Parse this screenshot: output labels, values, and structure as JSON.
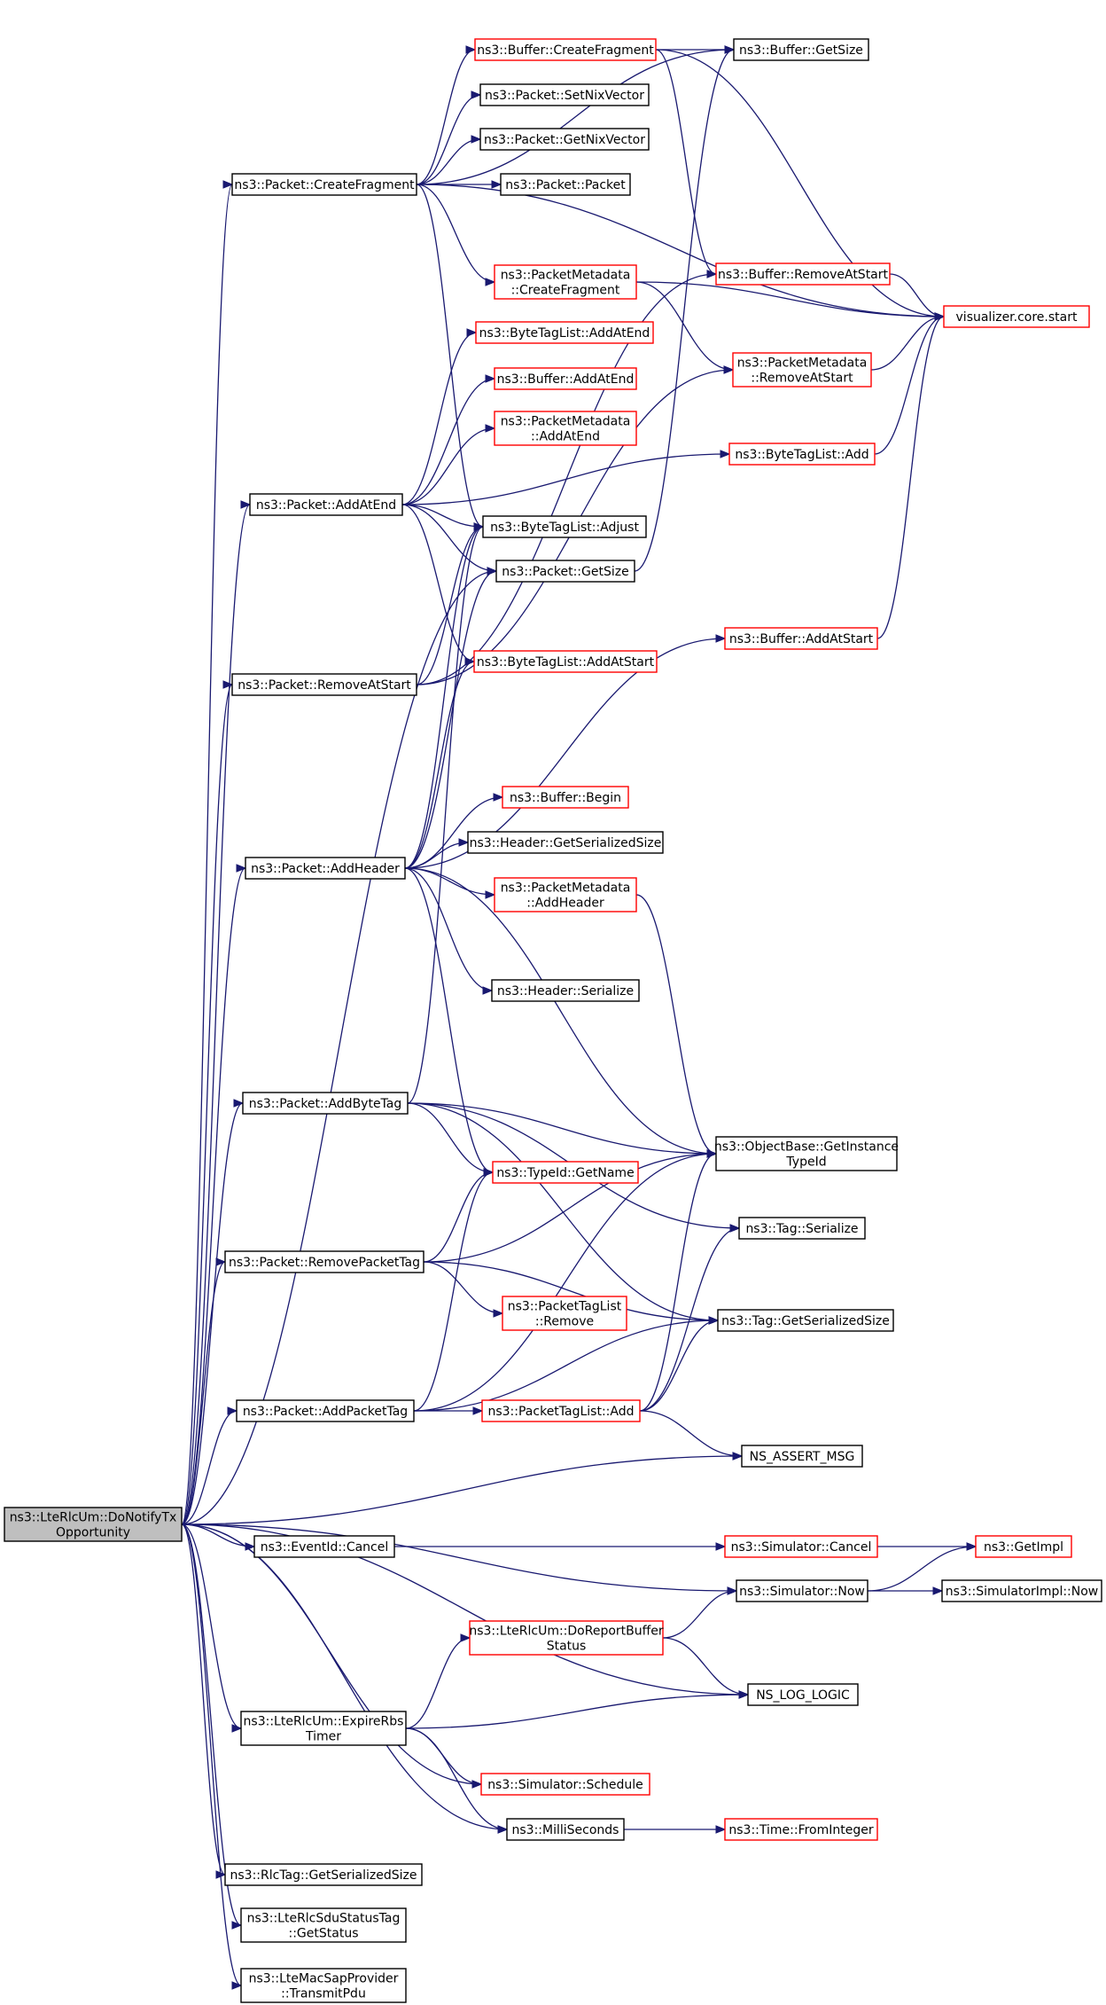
{
  "colors": {
    "edge": "#191970",
    "normal_border": "#000000",
    "linked_border": "#ff0000",
    "root_fill": "#bfbfbf",
    "node_fill": "#ffffff"
  },
  "nodes": [
    {
      "id": "root",
      "lines": [
        "ns3::LteRlcUm::DoNotifyTx",
        "Opportunity"
      ],
      "style": "root"
    },
    {
      "id": "pkt_createfrag",
      "lines": [
        "ns3::Packet::CreateFragment"
      ],
      "style": "normal"
    },
    {
      "id": "buf_createfrag",
      "lines": [
        "ns3::Buffer::CreateFragment"
      ],
      "style": "linked"
    },
    {
      "id": "buf_getsize",
      "lines": [
        "ns3::Buffer::GetSize"
      ],
      "style": "normal"
    },
    {
      "id": "setnix",
      "lines": [
        "ns3::Packet::SetNixVector"
      ],
      "style": "normal"
    },
    {
      "id": "getnix",
      "lines": [
        "ns3::Packet::GetNixVector"
      ],
      "style": "normal"
    },
    {
      "id": "pkt_packet",
      "lines": [
        "ns3::Packet::Packet"
      ],
      "style": "normal"
    },
    {
      "id": "pm_createfrag",
      "lines": [
        "ns3::PacketMetadata",
        "::CreateFragment"
      ],
      "style": "linked"
    },
    {
      "id": "buf_removeatstart",
      "lines": [
        "ns3::Buffer::RemoveAtStart"
      ],
      "style": "linked"
    },
    {
      "id": "viz_start",
      "lines": [
        "visualizer.core.start"
      ],
      "style": "linked"
    },
    {
      "id": "btl_addatend",
      "lines": [
        "ns3::ByteTagList::AddAtEnd"
      ],
      "style": "linked"
    },
    {
      "id": "pm_removeatstart",
      "lines": [
        "ns3::PacketMetadata",
        "::RemoveAtStart"
      ],
      "style": "linked"
    },
    {
      "id": "buf_addatend",
      "lines": [
        "ns3::Buffer::AddAtEnd"
      ],
      "style": "linked"
    },
    {
      "id": "pm_addatend",
      "lines": [
        "ns3::PacketMetadata",
        "::AddAtEnd"
      ],
      "style": "linked"
    },
    {
      "id": "btl_add",
      "lines": [
        "ns3::ByteTagList::Add"
      ],
      "style": "linked"
    },
    {
      "id": "pkt_addatend",
      "lines": [
        "ns3::Packet::AddAtEnd"
      ],
      "style": "normal"
    },
    {
      "id": "btl_adjust",
      "lines": [
        "ns3::ByteTagList::Adjust"
      ],
      "style": "normal"
    },
    {
      "id": "pkt_getsize",
      "lines": [
        "ns3::Packet::GetSize"
      ],
      "style": "normal"
    },
    {
      "id": "buf_addatstart",
      "lines": [
        "ns3::Buffer::AddAtStart"
      ],
      "style": "linked"
    },
    {
      "id": "btl_addatstart",
      "lines": [
        "ns3::ByteTagList::AddAtStart"
      ],
      "style": "linked"
    },
    {
      "id": "pkt_removeatstart",
      "lines": [
        "ns3::Packet::RemoveAtStart"
      ],
      "style": "normal"
    },
    {
      "id": "buf_begin",
      "lines": [
        "ns3::Buffer::Begin"
      ],
      "style": "linked"
    },
    {
      "id": "hdr_getsersize",
      "lines": [
        "ns3::Header::GetSerializedSize"
      ],
      "style": "normal"
    },
    {
      "id": "pkt_addheader",
      "lines": [
        "ns3::Packet::AddHeader"
      ],
      "style": "normal"
    },
    {
      "id": "pm_addheader",
      "lines": [
        "ns3::PacketMetadata",
        "::AddHeader"
      ],
      "style": "linked"
    },
    {
      "id": "hdr_serialize",
      "lines": [
        "ns3::Header::Serialize"
      ],
      "style": "normal"
    },
    {
      "id": "pkt_addbytetag",
      "lines": [
        "ns3::Packet::AddByteTag"
      ],
      "style": "normal"
    },
    {
      "id": "obj_getinst",
      "lines": [
        "ns3::ObjectBase::GetInstance",
        "TypeId"
      ],
      "style": "normal"
    },
    {
      "id": "typeid_getname",
      "lines": [
        "ns3::TypeId::GetName"
      ],
      "style": "linked"
    },
    {
      "id": "tag_serialize",
      "lines": [
        "ns3::Tag::Serialize"
      ],
      "style": "normal"
    },
    {
      "id": "pkt_removepackettag",
      "lines": [
        "ns3::Packet::RemovePacketTag"
      ],
      "style": "normal"
    },
    {
      "id": "ptl_remove",
      "lines": [
        "ns3::PacketTagList",
        "::Remove"
      ],
      "style": "linked"
    },
    {
      "id": "tag_getsersize",
      "lines": [
        "ns3::Tag::GetSerializedSize"
      ],
      "style": "normal"
    },
    {
      "id": "pkt_addpackettag",
      "lines": [
        "ns3::Packet::AddPacketTag"
      ],
      "style": "normal"
    },
    {
      "id": "ptl_add",
      "lines": [
        "ns3::PacketTagList::Add"
      ],
      "style": "linked"
    },
    {
      "id": "ns_assert",
      "lines": [
        "NS_ASSERT_MSG"
      ],
      "style": "normal"
    },
    {
      "id": "eventid_cancel",
      "lines": [
        "ns3::EventId::Cancel"
      ],
      "style": "normal"
    },
    {
      "id": "sim_cancel",
      "lines": [
        "ns3::Simulator::Cancel"
      ],
      "style": "linked"
    },
    {
      "id": "getimpl",
      "lines": [
        "ns3::GetImpl"
      ],
      "style": "linked"
    },
    {
      "id": "sim_now",
      "lines": [
        "ns3::Simulator::Now"
      ],
      "style": "normal"
    },
    {
      "id": "simimpl_now",
      "lines": [
        "ns3::SimulatorImpl::Now"
      ],
      "style": "normal"
    },
    {
      "id": "doreport",
      "lines": [
        "ns3::LteRlcUm::DoReportBuffer",
        "Status"
      ],
      "style": "linked"
    },
    {
      "id": "ns_log",
      "lines": [
        "NS_LOG_LOGIC"
      ],
      "style": "normal"
    },
    {
      "id": "expire",
      "lines": [
        "ns3::LteRlcUm::ExpireRbs",
        "Timer"
      ],
      "style": "normal"
    },
    {
      "id": "sim_schedule",
      "lines": [
        "ns3::Simulator::Schedule"
      ],
      "style": "linked"
    },
    {
      "id": "millis",
      "lines": [
        "ns3::MilliSeconds"
      ],
      "style": "normal"
    },
    {
      "id": "time_fromint",
      "lines": [
        "ns3::Time::FromInteger"
      ],
      "style": "linked"
    },
    {
      "id": "rlctag",
      "lines": [
        "ns3::RlcTag::GetSerializedSize"
      ],
      "style": "normal"
    },
    {
      "id": "sdustatus",
      "lines": [
        "ns3::LteRlcSduStatusTag",
        "::GetStatus"
      ],
      "style": "normal"
    },
    {
      "id": "transmitpdu",
      "lines": [
        "ns3::LteMacSapProvider",
        "::TransmitPdu"
      ],
      "style": "normal"
    }
  ],
  "edges": [
    [
      "root",
      "pkt_createfrag"
    ],
    [
      "root",
      "pkt_addatend"
    ],
    [
      "root",
      "pkt_getsize"
    ],
    [
      "root",
      "pkt_removeatstart"
    ],
    [
      "root",
      "pkt_addheader"
    ],
    [
      "root",
      "pkt_addbytetag"
    ],
    [
      "root",
      "pkt_removepackettag"
    ],
    [
      "root",
      "pkt_addpackettag"
    ],
    [
      "root",
      "ns_assert"
    ],
    [
      "root",
      "eventid_cancel"
    ],
    [
      "root",
      "sim_now"
    ],
    [
      "root",
      "ns_log"
    ],
    [
      "root",
      "expire"
    ],
    [
      "root",
      "sim_schedule"
    ],
    [
      "root",
      "millis"
    ],
    [
      "root",
      "rlctag"
    ],
    [
      "root",
      "sdustatus"
    ],
    [
      "root",
      "transmitpdu"
    ],
    [
      "pkt_createfrag",
      "buf_createfrag"
    ],
    [
      "pkt_createfrag",
      "buf_getsize"
    ],
    [
      "pkt_createfrag",
      "setnix"
    ],
    [
      "pkt_createfrag",
      "getnix"
    ],
    [
      "pkt_createfrag",
      "pkt_packet"
    ],
    [
      "pkt_createfrag",
      "pm_createfrag"
    ],
    [
      "pkt_createfrag",
      "viz_start"
    ],
    [
      "pkt_createfrag",
      "btl_adjust"
    ],
    [
      "buf_createfrag",
      "buf_getsize"
    ],
    [
      "buf_createfrag",
      "buf_removeatstart"
    ],
    [
      "buf_createfrag",
      "viz_start"
    ],
    [
      "pm_createfrag",
      "viz_start"
    ],
    [
      "pm_createfrag",
      "pm_removeatstart"
    ],
    [
      "buf_removeatstart",
      "viz_start"
    ],
    [
      "pm_removeatstart",
      "viz_start"
    ],
    [
      "btl_add",
      "viz_start"
    ],
    [
      "buf_addatstart",
      "viz_start"
    ],
    [
      "pkt_addatend",
      "btl_addatend"
    ],
    [
      "pkt_addatend",
      "buf_addatend"
    ],
    [
      "pkt_addatend",
      "pm_addatend"
    ],
    [
      "pkt_addatend",
      "btl_add"
    ],
    [
      "pkt_addatend",
      "btl_adjust"
    ],
    [
      "pkt_addatend",
      "pkt_getsize"
    ],
    [
      "pkt_addatend",
      "btl_addatstart"
    ],
    [
      "pkt_getsize",
      "buf_getsize"
    ],
    [
      "pkt_removeatstart",
      "btl_adjust"
    ],
    [
      "pkt_removeatstart",
      "buf_removeatstart"
    ],
    [
      "pkt_removeatstart",
      "pm_removeatstart"
    ],
    [
      "pkt_addheader",
      "btl_addatstart"
    ],
    [
      "pkt_addheader",
      "buf_addatstart"
    ],
    [
      "pkt_addheader",
      "buf_begin"
    ],
    [
      "pkt_addheader",
      "hdr_getsersize"
    ],
    [
      "pkt_addheader",
      "pm_addheader"
    ],
    [
      "pkt_addheader",
      "hdr_serialize"
    ],
    [
      "pkt_addheader",
      "obj_getinst"
    ],
    [
      "pkt_addheader",
      "typeid_getname"
    ],
    [
      "pkt_addheader",
      "pkt_getsize"
    ],
    [
      "pkt_addheader",
      "btl_adjust"
    ],
    [
      "pm_addheader",
      "obj_getinst"
    ],
    [
      "pkt_addbytetag",
      "btl_adjust"
    ],
    [
      "pkt_addbytetag",
      "obj_getinst"
    ],
    [
      "pkt_addbytetag",
      "typeid_getname"
    ],
    [
      "pkt_addbytetag",
      "tag_serialize"
    ],
    [
      "pkt_addbytetag",
      "tag_getsersize"
    ],
    [
      "pkt_removepackettag",
      "typeid_getname"
    ],
    [
      "pkt_removepackettag",
      "obj_getinst"
    ],
    [
      "pkt_removepackettag",
      "ptl_remove"
    ],
    [
      "pkt_removepackettag",
      "tag_getsersize"
    ],
    [
      "pkt_addpackettag",
      "typeid_getname"
    ],
    [
      "pkt_addpackettag",
      "ptl_add"
    ],
    [
      "pkt_addpackettag",
      "obj_getinst"
    ],
    [
      "pkt_addpackettag",
      "tag_getsersize"
    ],
    [
      "ptl_add",
      "obj_getinst"
    ],
    [
      "ptl_add",
      "tag_serialize"
    ],
    [
      "ptl_add",
      "tag_getsersize"
    ],
    [
      "ptl_add",
      "ns_assert"
    ],
    [
      "eventid_cancel",
      "sim_cancel"
    ],
    [
      "sim_cancel",
      "getimpl"
    ],
    [
      "sim_now",
      "getimpl"
    ],
    [
      "sim_now",
      "simimpl_now"
    ],
    [
      "doreport",
      "sim_now"
    ],
    [
      "doreport",
      "ns_log"
    ],
    [
      "expire",
      "doreport"
    ],
    [
      "expire",
      "ns_log"
    ],
    [
      "expire",
      "sim_schedule"
    ],
    [
      "expire",
      "millis"
    ],
    [
      "millis",
      "time_fromint"
    ]
  ]
}
